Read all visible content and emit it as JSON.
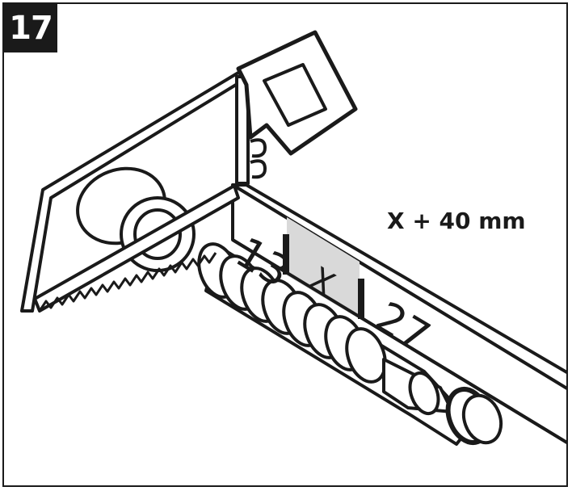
{
  "step": {
    "number": "17"
  },
  "measurement": {
    "formula": "X + 40 mm",
    "left_mark": "13",
    "middle_mark": "X",
    "right_mark": "27"
  },
  "colors": {
    "ink": "#1a1a1a",
    "highlight": "#d9d9d9",
    "paper": "#ffffff"
  },
  "icons": {
    "saw": "hacksaw-icon",
    "roller": "roller-tube-icon",
    "rail": "cut-rail-icon"
  }
}
